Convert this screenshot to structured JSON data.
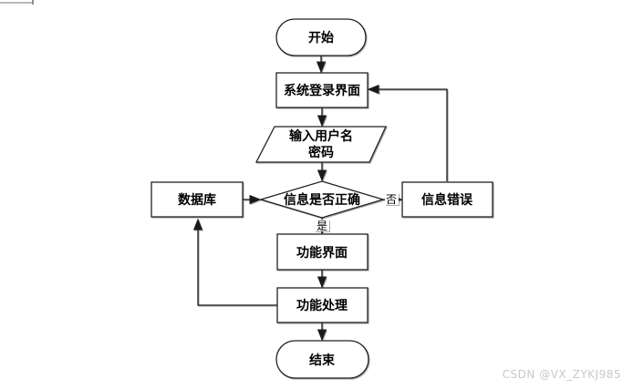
{
  "page": {
    "background": "#ffffff"
  },
  "artifact": {
    "bar_color": "#b9b9b9",
    "tick_color": "#8f8f8f"
  },
  "watermark": {
    "text": "CSDN @VX_ZYKJ985",
    "color": "#c9c9c9"
  },
  "flowchart": {
    "type": "flowchart",
    "nodes": {
      "start": "开始",
      "login": "系统登录界面",
      "input_line1": "输入用户名",
      "input_line2": "密码",
      "decision": "信息是否正确",
      "database": "数据库",
      "error": "信息错误",
      "function_ui": "功能界面",
      "function_process": "功能处理",
      "end": "结束"
    },
    "edge_labels": {
      "yes": "是",
      "no": "否"
    },
    "edges": [
      {
        "from": "开始",
        "to": "系统登录界面",
        "label": ""
      },
      {
        "from": "系统登录界面",
        "to": "输入用户名密码",
        "label": ""
      },
      {
        "from": "输入用户名密码",
        "to": "信息是否正确",
        "label": ""
      },
      {
        "from": "信息是否正确",
        "to": "功能界面",
        "label": "是"
      },
      {
        "from": "信息是否正确",
        "to": "信息错误",
        "label": "否"
      },
      {
        "from": "信息错误",
        "to": "系统登录界面",
        "label": ""
      },
      {
        "from": "数据库",
        "to": "信息是否正确",
        "label": ""
      },
      {
        "from": "功能界面",
        "to": "功能处理",
        "label": ""
      },
      {
        "from": "功能处理",
        "to": "数据库",
        "label": ""
      },
      {
        "from": "功能处理",
        "to": "结束",
        "label": ""
      }
    ],
    "colors": {
      "line": "#1a1a1a",
      "text": "#000000",
      "fill": "#ffffff",
      "shadow": "#ababab"
    }
  }
}
